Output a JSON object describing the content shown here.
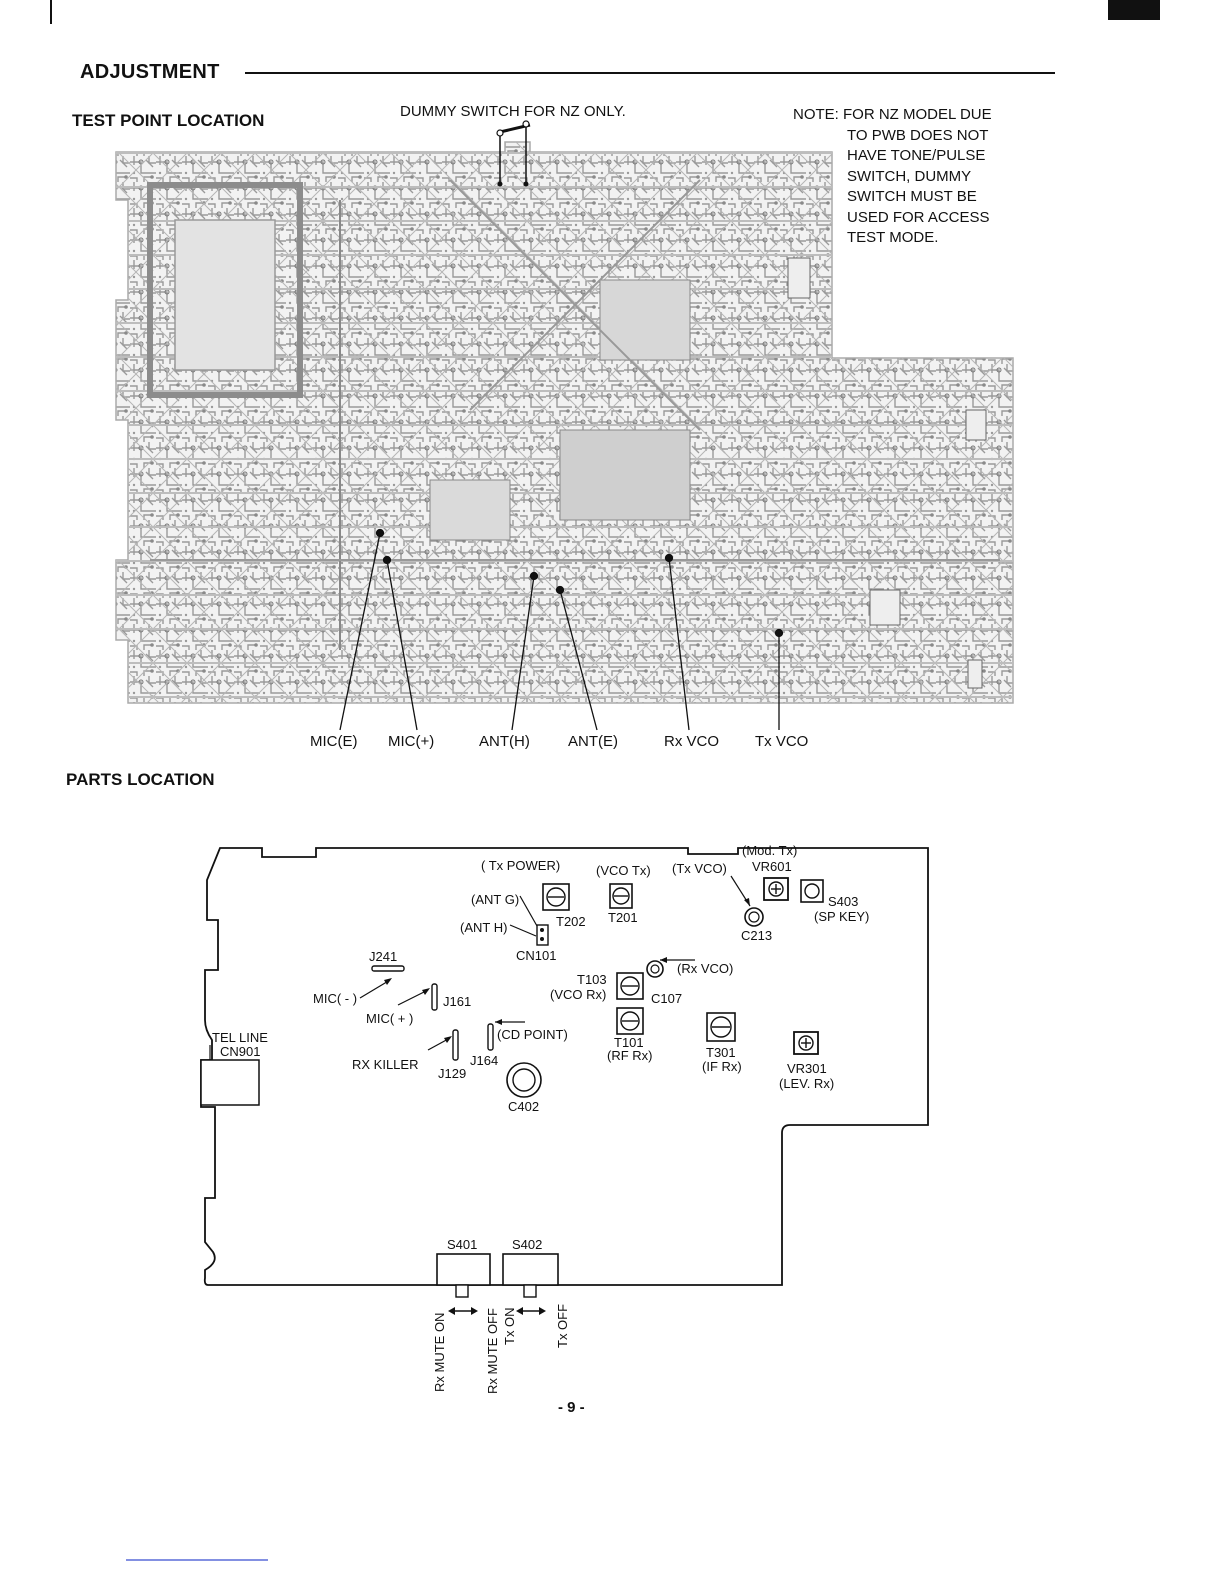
{
  "header": {
    "title": "ADJUSTMENT"
  },
  "test_point": {
    "heading": "TEST POINT LOCATION",
    "dummy_switch_caption": "DUMMY SWITCH FOR NZ ONLY.",
    "note_lines": [
      "NOTE: FOR NZ MODEL DUE",
      "TO PWB DOES NOT",
      "HAVE TONE/PULSE",
      "SWITCH, DUMMY",
      "SWITCH MUST BE",
      "USED FOR ACCESS",
      "TEST MODE."
    ],
    "points": [
      "MIC(E)",
      "MIC(+)",
      "ANT(H)",
      "ANT(E)",
      "Rx VCO",
      "Tx VCO"
    ]
  },
  "parts": {
    "heading": "PARTS LOCATION",
    "labels": {
      "mod_tx": "(Mod. Tx)",
      "vr601": "VR601",
      "tx_power": "( Tx POWER)",
      "vco_tx": "(VCO Tx)",
      "tx_vco": "(Tx VCO)",
      "ant_g": "(ANT G)",
      "ant_h": "(ANT H)",
      "t202": "T202",
      "t201": "T201",
      "s403": "S403",
      "sp_key": "(SP KEY)",
      "c213": "C213",
      "cn101": "CN101",
      "j241": "J241",
      "rx_vco": "(Rx VCO)",
      "t103": "T103",
      "vco_rx": "(VCO Rx)",
      "c107": "C107",
      "mic_minus": "MIC( - )",
      "j161": "J161",
      "mic_plus": "MIC( + )",
      "cd_point": "(CD POINT)",
      "tel_line": "TEL LINE",
      "cn901": "CN901",
      "rx_killer": "RX KILLER",
      "j164": "J164",
      "j129": "J129",
      "t101": "T101",
      "rf_rx": "(RF Rx)",
      "t301": "T301",
      "if_rx": "(IF Rx)",
      "vr301": "VR301",
      "lev_rx": "(LEV. Rx)",
      "c402": "C402",
      "s401": "S401",
      "s402": "S402",
      "rx_mute_on": "Rx MUTE ON",
      "rx_mute_off": "Rx MUTE OFF",
      "tx_on": "Tx ON",
      "tx_off": "Tx OFF"
    }
  },
  "footer": {
    "page_number": "- 9 -"
  }
}
